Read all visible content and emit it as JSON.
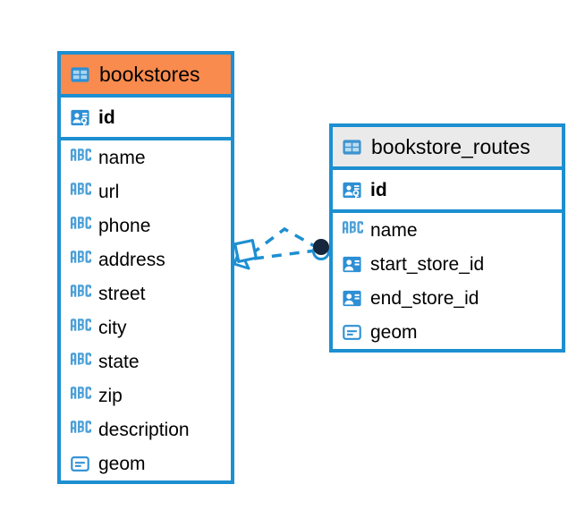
{
  "diagram": {
    "type": "entity-relationship-diagram",
    "background_color": "#ffffff",
    "accent_color": "#1d8fd1",
    "selected_header_color": "#f98b4e",
    "unselected_header_color": "#eaeaea",
    "connector_endpoint_color": "#16263c"
  },
  "entities": [
    {
      "name": "bookstores",
      "header_icon": "table-grid-icon",
      "selected": true,
      "attributes": [
        {
          "name": "id",
          "icon": "primary-key-icon",
          "key": "pk"
        },
        {
          "name": "name",
          "icon": "abc-text-icon",
          "key": ""
        },
        {
          "name": "url",
          "icon": "abc-text-icon",
          "key": ""
        },
        {
          "name": "phone",
          "icon": "abc-text-icon",
          "key": ""
        },
        {
          "name": "address",
          "icon": "abc-text-icon",
          "key": ""
        },
        {
          "name": "street",
          "icon": "abc-text-icon",
          "key": ""
        },
        {
          "name": "city",
          "icon": "abc-text-icon",
          "key": ""
        },
        {
          "name": "state",
          "icon": "abc-text-icon",
          "key": ""
        },
        {
          "name": "zip",
          "icon": "abc-text-icon",
          "key": ""
        },
        {
          "name": "description",
          "icon": "abc-text-icon",
          "key": ""
        },
        {
          "name": "geom",
          "icon": "geometry-icon",
          "key": ""
        }
      ]
    },
    {
      "name": "bookstore_routes",
      "header_icon": "table-grid-icon",
      "selected": false,
      "attributes": [
        {
          "name": "id",
          "icon": "primary-key-icon",
          "key": "pk"
        },
        {
          "name": "name",
          "icon": "abc-text-icon",
          "key": ""
        },
        {
          "name": "start_store_id",
          "icon": "foreign-key-icon",
          "key": "fk"
        },
        {
          "name": "end_store_id",
          "icon": "foreign-key-icon",
          "key": "fk"
        },
        {
          "name": "geom",
          "icon": "geometry-icon",
          "key": ""
        }
      ]
    }
  ],
  "relationship": {
    "from_entity": "bookstores",
    "to_entity": "bookstore_routes",
    "line_style": "dashed",
    "source_marker": "diamond",
    "target_marker": "filled-circle"
  }
}
